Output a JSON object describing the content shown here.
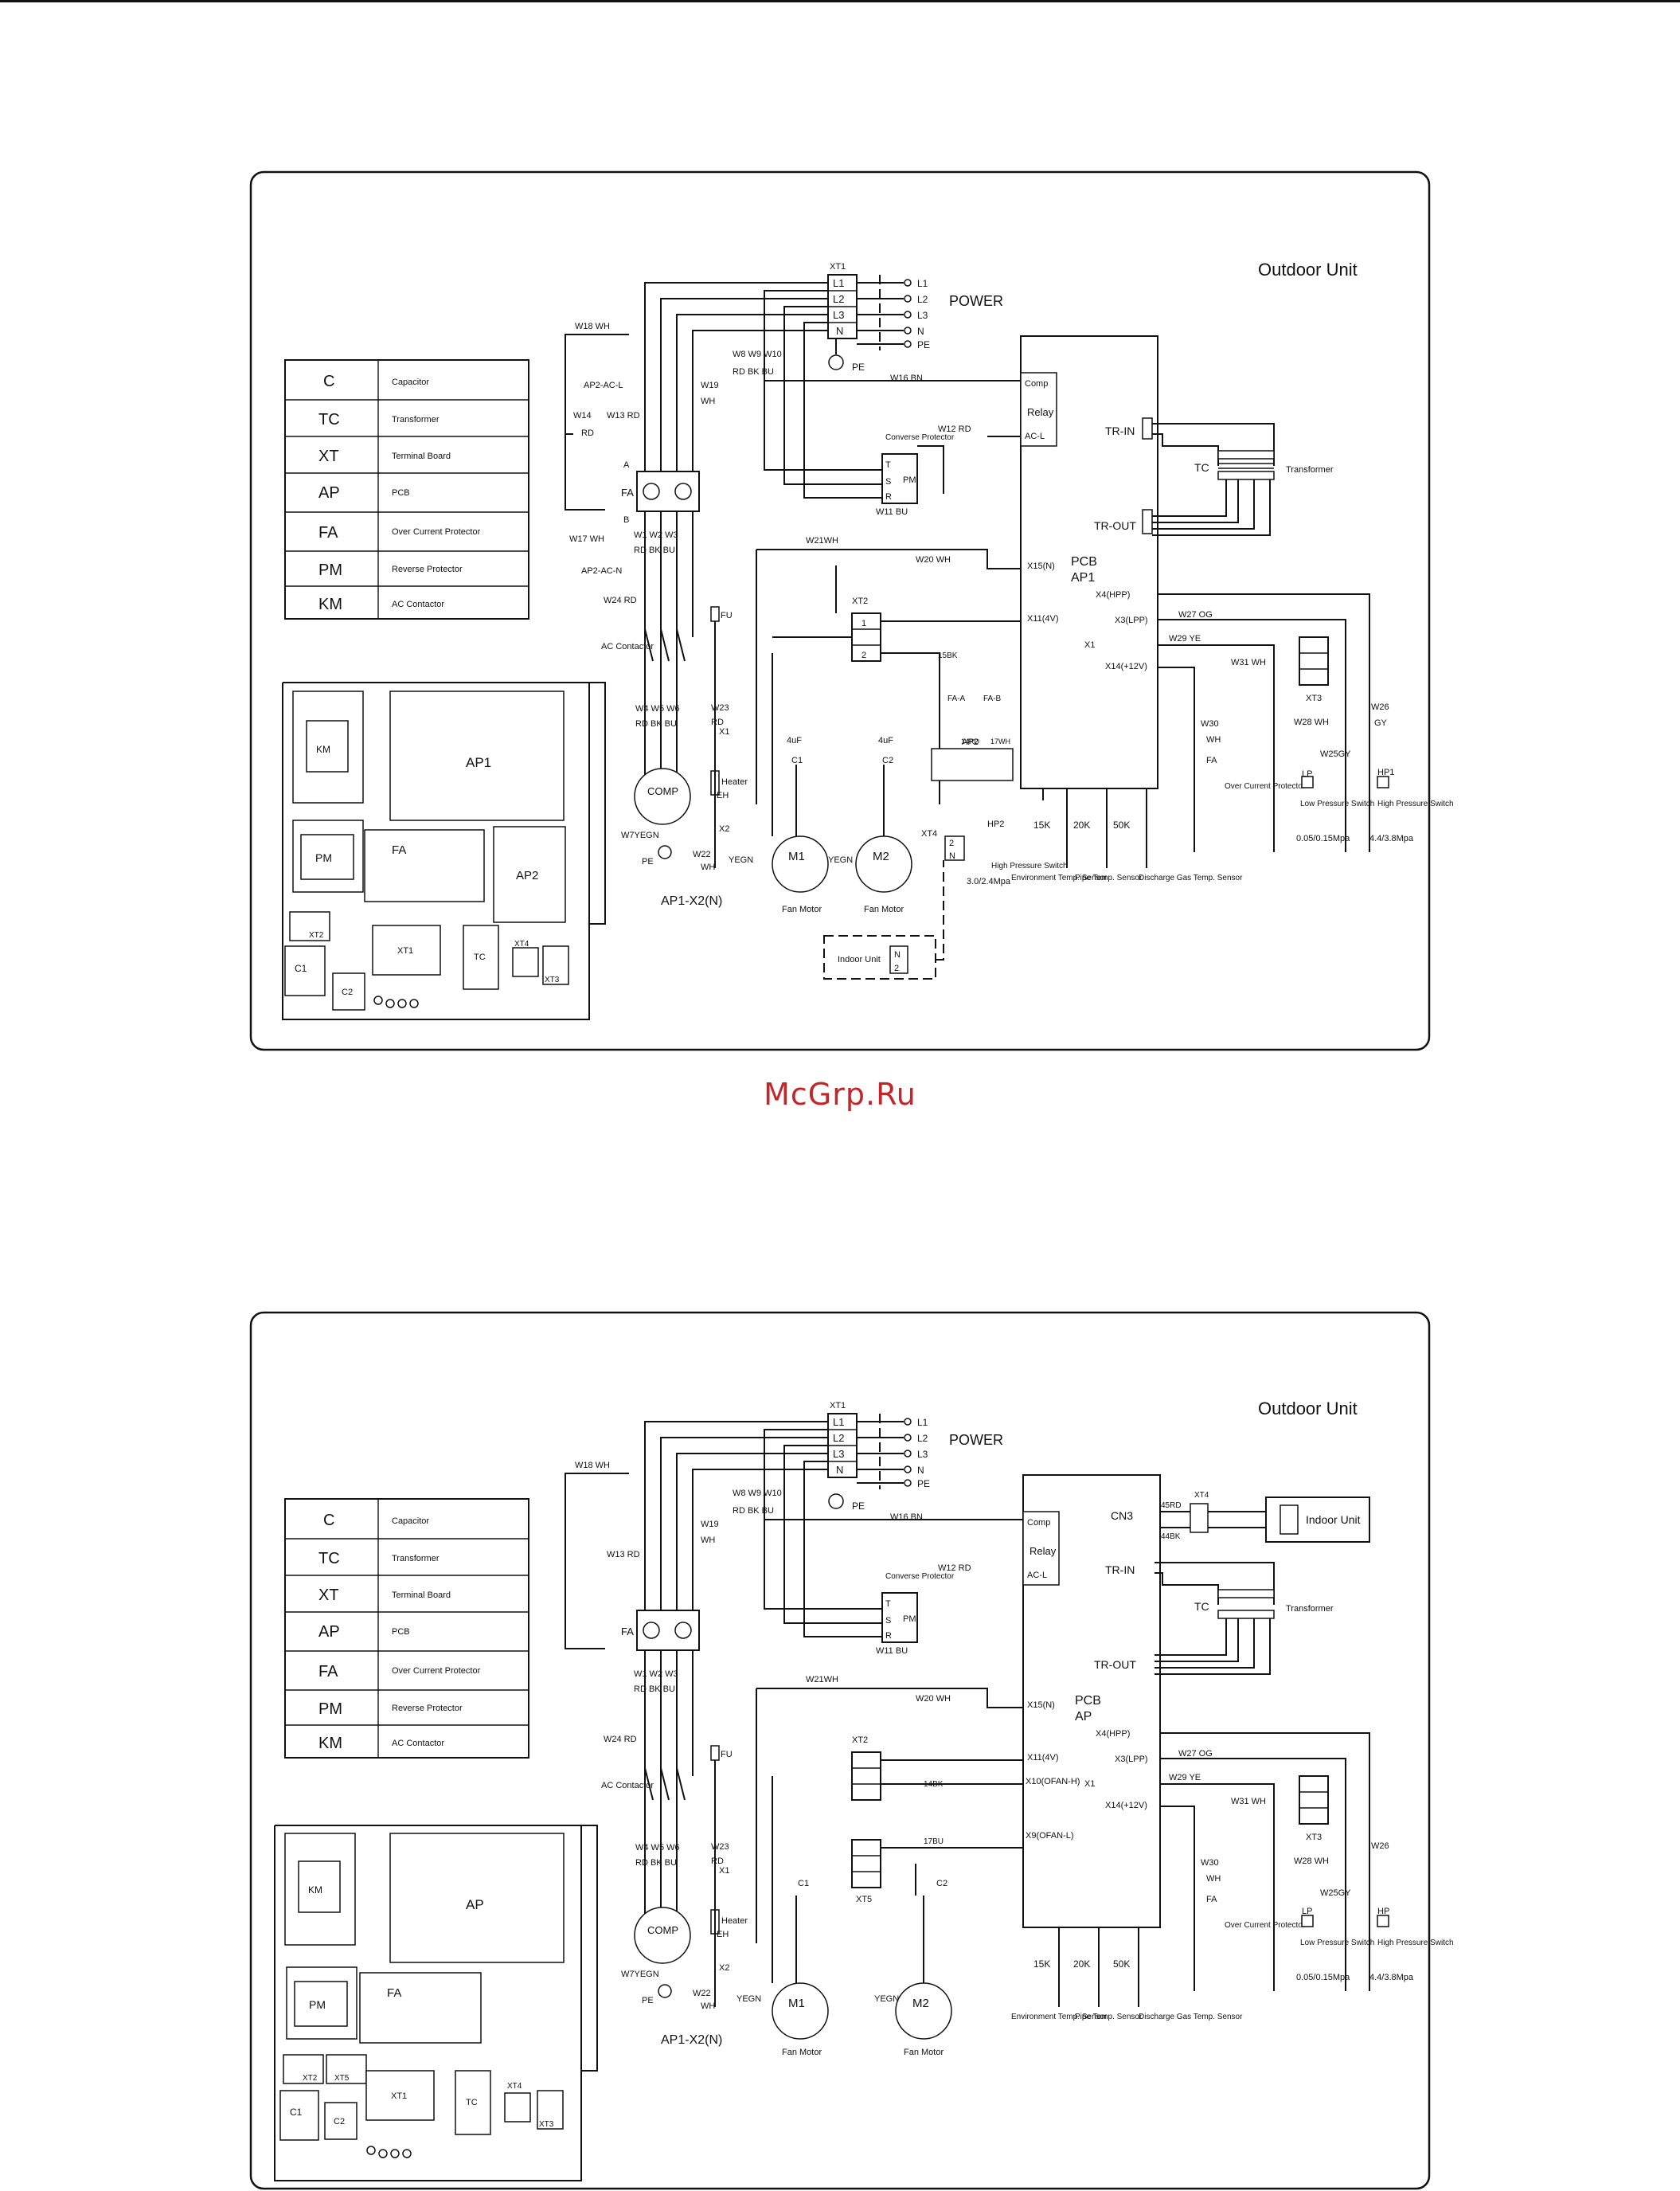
{
  "watermark": "McGrp.Ru",
  "diagram1": {
    "title": "Outdoor  Unit",
    "power_label": "POWER",
    "xt1_label": "XT1",
    "terminals": [
      "L1",
      "L2",
      "L3",
      "N"
    ],
    "mains": [
      "L1",
      "L2",
      "L3",
      "N",
      "PE"
    ],
    "pe": "PE",
    "legend": [
      {
        "code": "C",
        "name": "Capacitor"
      },
      {
        "code": "TC",
        "name": "Transformer"
      },
      {
        "code": "XT",
        "name": "Terminal Board"
      },
      {
        "code": "AP",
        "name": "PCB"
      },
      {
        "code": "FA",
        "name": "Over Current Protector"
      },
      {
        "code": "PM",
        "name": "Reverse  Protector"
      },
      {
        "code": "KM",
        "name": "AC  Contactor"
      }
    ],
    "wires": {
      "w18": "W18  WH",
      "ap2_ac_l": "AP2-AC-L",
      "w14": "W14",
      "w14rd": "RD",
      "w13": "W13  RD",
      "w8": "W8  W9  W10",
      "w8c": "RD  BK  BU",
      "w19": "W19",
      "w19c": "WH",
      "w16": "W16  BN",
      "w12": "W12 RD",
      "w11": "W11  BU",
      "w17": "W17  WH",
      "ap2_ac_n": "AP2-AC-N",
      "w123": "W1  W2  W3",
      "w123c": "RD  BK  BU",
      "w21": "W21WH",
      "w20": "W20 WH",
      "w24": "W24  RD",
      "w456": "W4  W5  W6",
      "w456c": "RD  BK  BU",
      "w23": "W23",
      "w23c": "RD",
      "w7": "W7YEGN",
      "w22": "W22",
      "w22c": "WH",
      "ap1x2": "AP1-X2(N)",
      "w15bk": "15BK",
      "w27": "W27 OG",
      "w29": "W29 YE",
      "w31": "W31  WH",
      "w30": "W30",
      "w30c": "WH",
      "w28": "W28 WH",
      "w25": "W25GY",
      "w26": "W26",
      "w26c": "GY",
      "yegn": "YEGN"
    },
    "components": {
      "comp_relay": "Comp",
      "relay": "Relay",
      "ac_l": "AC-L",
      "pcb": "PCB",
      "ap1": "AP1",
      "tr_in": "TR-IN",
      "tr_out": "TR-OUT",
      "tc": "TC",
      "transformer": "Transformer",
      "x4": "X4(HPP)",
      "x3": "X3(LPP)",
      "x1": "X1",
      "x14": "X14(+12V)",
      "x15": "X15(N)",
      "x11": "X11(4V)",
      "xt2": "XT2",
      "xt3": "XT3",
      "xt4": "XT4",
      "fa": "FA",
      "over_current": "Over Current Protector",
      "lp": "Low Pressure Switch",
      "lp_val": "0.05/0.15Mpa",
      "hp": "High Pressure Switch",
      "hp_val": "4.4/3.8Mpa",
      "hp2": "HP2",
      "hp2_val": "3.0/2.4Mpa",
      "hp2_desc": "High Pressure Switch",
      "ac_contactor": "AC Contactor",
      "comp": "COMP",
      "heater": "Heater",
      "eh": "EH",
      "fu": "FU",
      "x2": "X2",
      "cap": "4uF",
      "c1": "C1",
      "c2": "C2",
      "m1": "M1",
      "m2": "M2",
      "fan_motor": "Fan Motor",
      "indoor_unit": "Indoor Unit",
      "s15k": "15K",
      "s20k": "20K",
      "s50k": "50K",
      "env": "Environment Temp. Sensor",
      "pipe": "Pipe Temp. Sensor",
      "disch": "Discharge Gas Temp. Sensor",
      "converse": "Converse Protector",
      "ap2": "AP2",
      "fa_a": "FA-A",
      "fa_b": "FA-B",
      "w14rd2": "14RD",
      "w17wh2": "17WH"
    },
    "layout_labels": {
      "km": "KM",
      "ap1": "AP1",
      "pm": "PM",
      "fa": "FA",
      "ap2": "AP2",
      "xt2": "XT2",
      "c1": "C1",
      "xt1": "XT1",
      "tc": "TC",
      "xt4": "XT4",
      "c2": "C2",
      "xt3": "XT3"
    }
  },
  "diagram2": {
    "title": "Outdoor  Unit",
    "power_label": "POWER",
    "cn3": "CN3",
    "w45": "45RD",
    "w44": "44BK",
    "xt4": "XT4",
    "indoor_unit": "Indoor  Unit",
    "pcb": "PCB",
    "ap": "AP",
    "x10": "X10(OFAN-H)",
    "x9": "X9(OFAN-L)",
    "w14bk": "14BK",
    "w17bu": "17BU",
    "xt5": "XT5",
    "layout_labels": {
      "km": "KM",
      "ap": "AP",
      "pm": "PM",
      "fa": "FA",
      "xt2": "XT2",
      "xt5": "XT5",
      "c1": "C1",
      "xt1": "XT1",
      "tc": "TC",
      "xt4": "XT4",
      "c2": "C2",
      "xt3": "XT3"
    }
  }
}
